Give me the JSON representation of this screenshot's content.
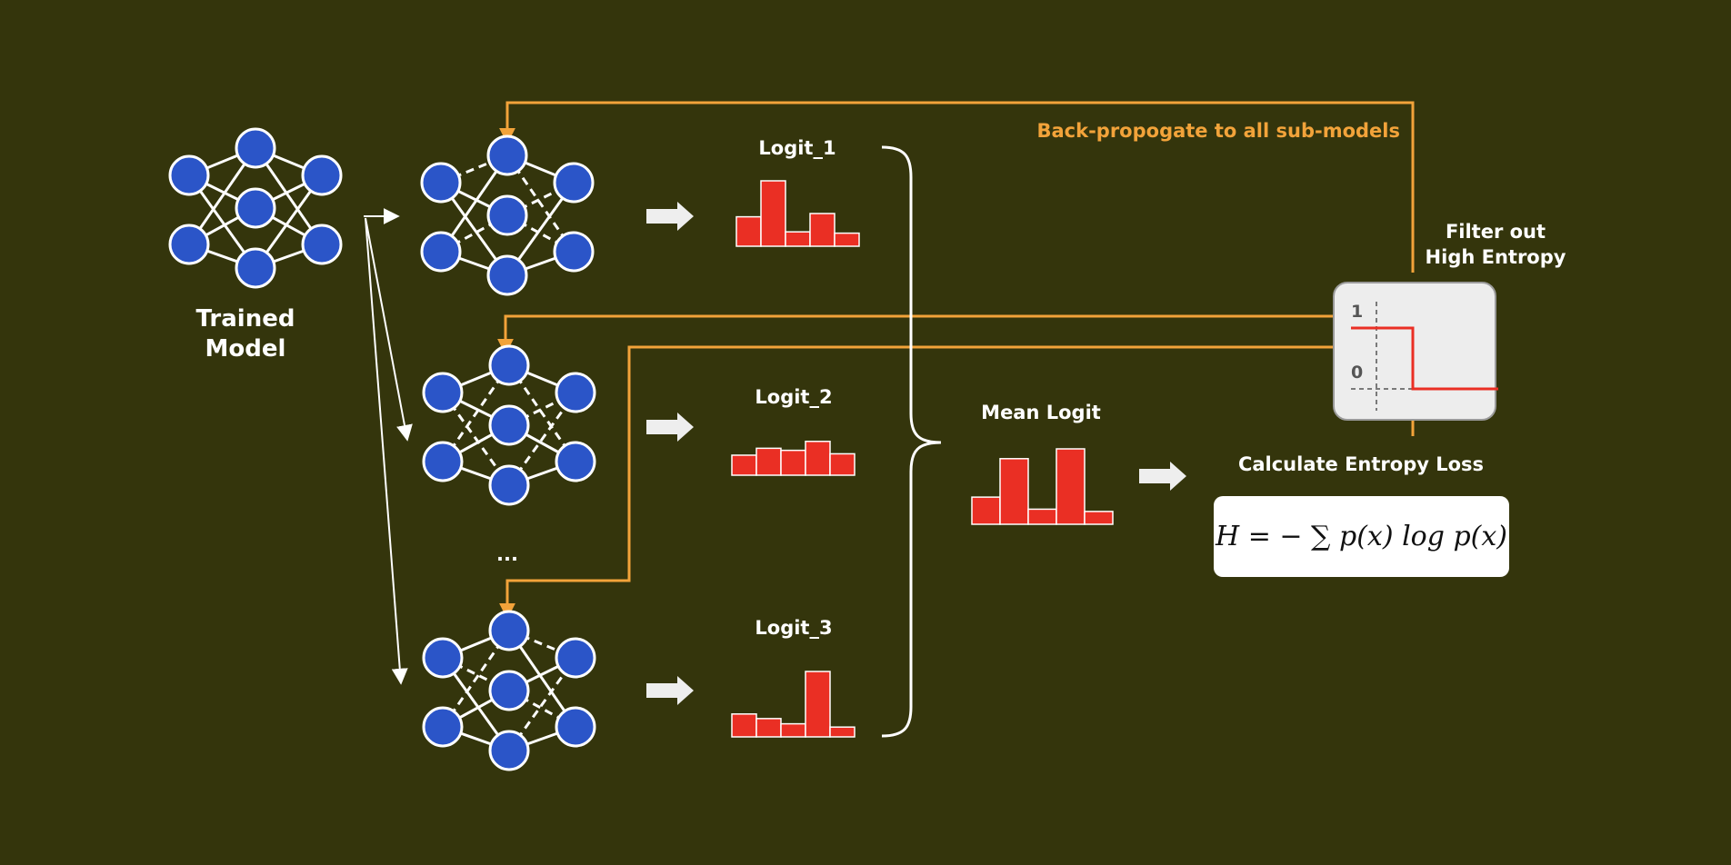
{
  "labels": {
    "trained_model": "Trained\nModel",
    "logit_1": "Logit_1",
    "logit_2": "Logit_2",
    "logit_3": "Logit_3",
    "ellipsis": "...",
    "mean_logit": "Mean Logit",
    "backprop": "Back-propogate to all sub-models",
    "filter": "Filter out\nHigh Entropy",
    "calc_loss": "Calculate Entropy Loss",
    "formula": "H = − ∑ p(x) log p(x)",
    "step_hi": "1",
    "step_lo": "0"
  },
  "colors": {
    "background": "#34350c",
    "node": "#2b55c8",
    "edge": "#ffffff",
    "bar": "#ea2f24",
    "feedback": "#f2a33a"
  },
  "chart_data": [
    {
      "type": "bar",
      "title": "Logit_1",
      "values": [
        0.45,
        1.0,
        0.22,
        0.5,
        0.2
      ]
    },
    {
      "type": "bar",
      "title": "Logit_2",
      "values": [
        0.58,
        0.78,
        0.72,
        0.98,
        0.62
      ]
    },
    {
      "type": "bar",
      "title": "Logit_3",
      "values": [
        0.35,
        0.28,
        0.2,
        1.0,
        0.15
      ]
    },
    {
      "type": "bar",
      "title": "Mean Logit",
      "values": [
        0.36,
        0.87,
        0.2,
        1.0,
        0.17
      ]
    }
  ]
}
